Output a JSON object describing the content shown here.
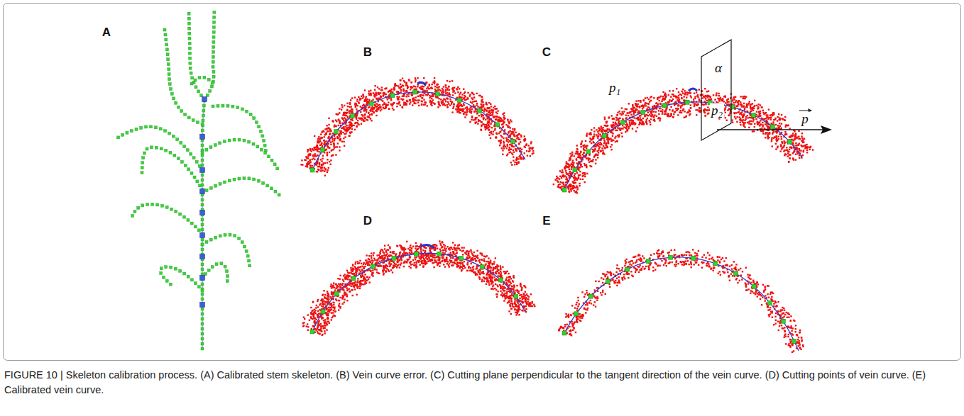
{
  "diagram": {
    "caption": "FIGURE 10 | Skeleton calibration process. (A) Calibrated stem skeleton. (B) Vein curve error. (C) Cutting plane perpendicular to the tangent direction of the vein curve. (D) Cutting points of vein curve. (E) Calibrated vein curve.",
    "labels": [
      "A",
      "B",
      "C",
      "D",
      "E",
      "p₁",
      "α",
      "p₂",
      "p"
    ]
  }
}
